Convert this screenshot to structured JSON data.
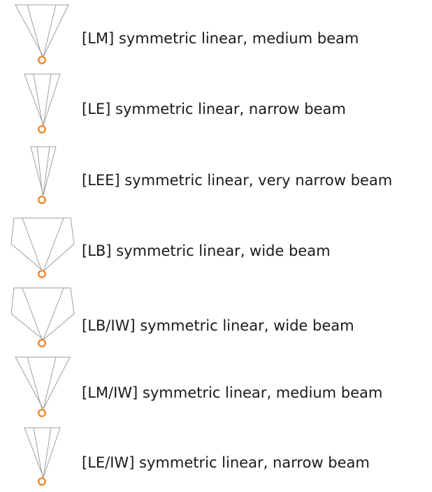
{
  "legend": {
    "items": [
      {
        "code": "LM",
        "label": "[LM] symmetric linear, medium beam",
        "icon": "medium-beam-icon"
      },
      {
        "code": "LE",
        "label": "[LE] symmetric linear, narrow beam",
        "icon": "narrow-beam-icon"
      },
      {
        "code": "LEE",
        "label": "[LEE] symmetric linear, very narrow beam",
        "icon": "very-narrow-beam-icon"
      },
      {
        "code": "LB",
        "label": "[LB] symmetric linear, wide beam",
        "icon": "wide-beam-icon"
      },
      {
        "code": "LB/IW",
        "label": "[LB/IW] symmetric linear, wide beam",
        "icon": "wide-beam-icon"
      },
      {
        "code": "LM/IW",
        "label": "[LM/IW] symmetric linear, medium beam",
        "icon": "medium-beam-icon"
      },
      {
        "code": "LE/IW",
        "label": "[LE/IW] symmetric linear, narrow beam",
        "icon": "narrow-beam-icon"
      }
    ]
  },
  "colors": {
    "beam_outline": "#9e9e9e",
    "light_source": "#ee8a2a",
    "text": "#1a1a1a"
  }
}
